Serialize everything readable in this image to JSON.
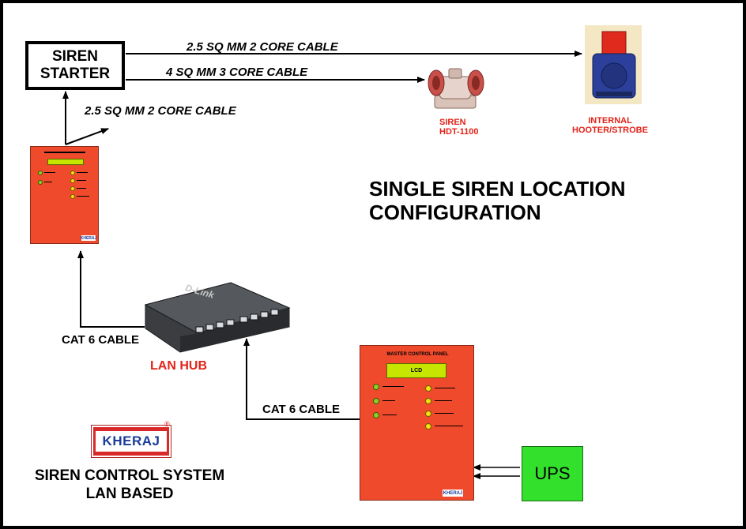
{
  "diagram": {
    "title_line1": "SINGLE SIREN LOCATION",
    "title_line2": "CONFIGURATION",
    "starter_line1": "SIREN",
    "starter_line2": "STARTER",
    "cable_top": "2.5 SQ MM 2 CORE CABLE",
    "cable_mid": "4 SQ MM 3 CORE CABLE",
    "cable_low": "2.5 SQ MM 2 CORE CABLE",
    "siren_label_line1": "SIREN",
    "siren_label_line2": "HDT-1100",
    "hooter_label_line1": "INTERNAL",
    "hooter_label_line2": "HOOTER/STROBE",
    "cat6_left": "CAT 6 CABLE",
    "cat6_right": "CAT 6 CABLE",
    "lan_hub": "LAN HUB",
    "hub_brand": "D-Link",
    "master_panel_title": "MASTER CONTROL PANEL",
    "lcd_label": "LCD",
    "ups": "UPS",
    "brand_logo": "KHERAJ",
    "registered_mark": "®",
    "system_line1": "SIREN CONTROL SYSTEM",
    "system_line2": "LAN BASED"
  },
  "colors": {
    "panel_red": "#f04a2c",
    "lcd_green": "#c6e600",
    "ups_green": "#33e02c",
    "label_red": "#e22319",
    "brand_blue": "#1b3c9a"
  }
}
